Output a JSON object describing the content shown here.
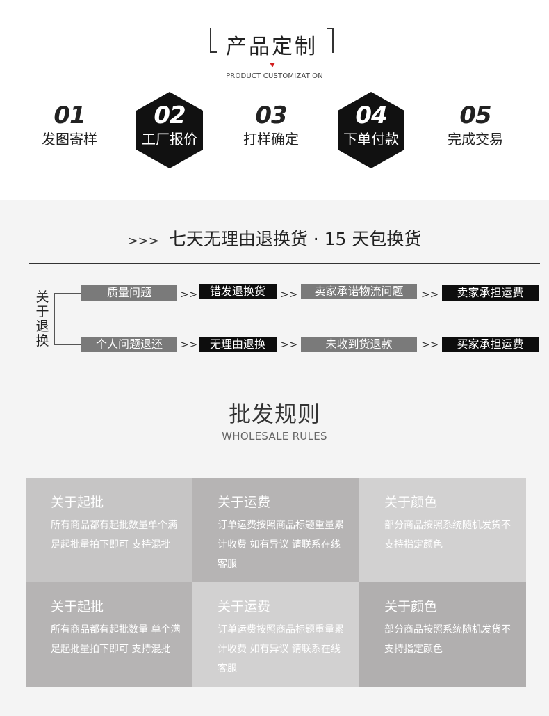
{
  "header": {
    "title": "产品定制",
    "subtitle": "PRODUCT CUSTOMIZATION",
    "accent_color": "#d21f1f"
  },
  "steps": [
    {
      "num": "01",
      "label": "发图寄样",
      "style": "light"
    },
    {
      "num": "02",
      "label": "工厂报价",
      "style": "dark"
    },
    {
      "num": "03",
      "label": "打样确定",
      "style": "light"
    },
    {
      "num": "04",
      "label": "下单付款",
      "style": "dark"
    },
    {
      "num": "05",
      "label": "完成交易",
      "style": "light"
    }
  ],
  "policy": {
    "arrows": ">>>",
    "title": "七天无理由退换货 · 15 天包换货",
    "side_label": [
      "关",
      "于",
      "退",
      "换"
    ],
    "separator": ">>",
    "row1": [
      "质量问题",
      "错发退换货",
      "卖家承诺物流问题",
      "卖家承担运费"
    ],
    "row2": [
      "个人问题退还",
      "无理由退换",
      "未收到货退款",
      "买家承担运费"
    ]
  },
  "wholesale": {
    "title": "批发规则",
    "subtitle": "WHOLESALE RULES",
    "cells": [
      {
        "title": "关于起批",
        "body": "所有商品都有起批数量单个满足起批量拍下即可 支持混批",
        "bg": "#c6c5c5"
      },
      {
        "title": "关于运费",
        "body": "订单运费按照商品标题重量累计收费 如有异议 请联系在线客服",
        "bg": "#b6b4b4"
      },
      {
        "title": "关于颜色",
        "body": "部分商品按照系统随机发货不支持指定颜色",
        "bg": "#d2d1d1"
      },
      {
        "title": "关于起批",
        "body": "所有商品都有起批数量 单个满足起批量拍下即可 支持混批",
        "bg": "#b6b4b4"
      },
      {
        "title": "关于运费",
        "body": "订单运费按照商品标题重量累计收费 如有异议 请联系在线客服",
        "bg": "#d2d1d1"
      },
      {
        "title": "关于颜色",
        "body": "部分商品按照系统随机发货不支持指定颜色",
        "bg": "#b1afaf"
      }
    ]
  }
}
